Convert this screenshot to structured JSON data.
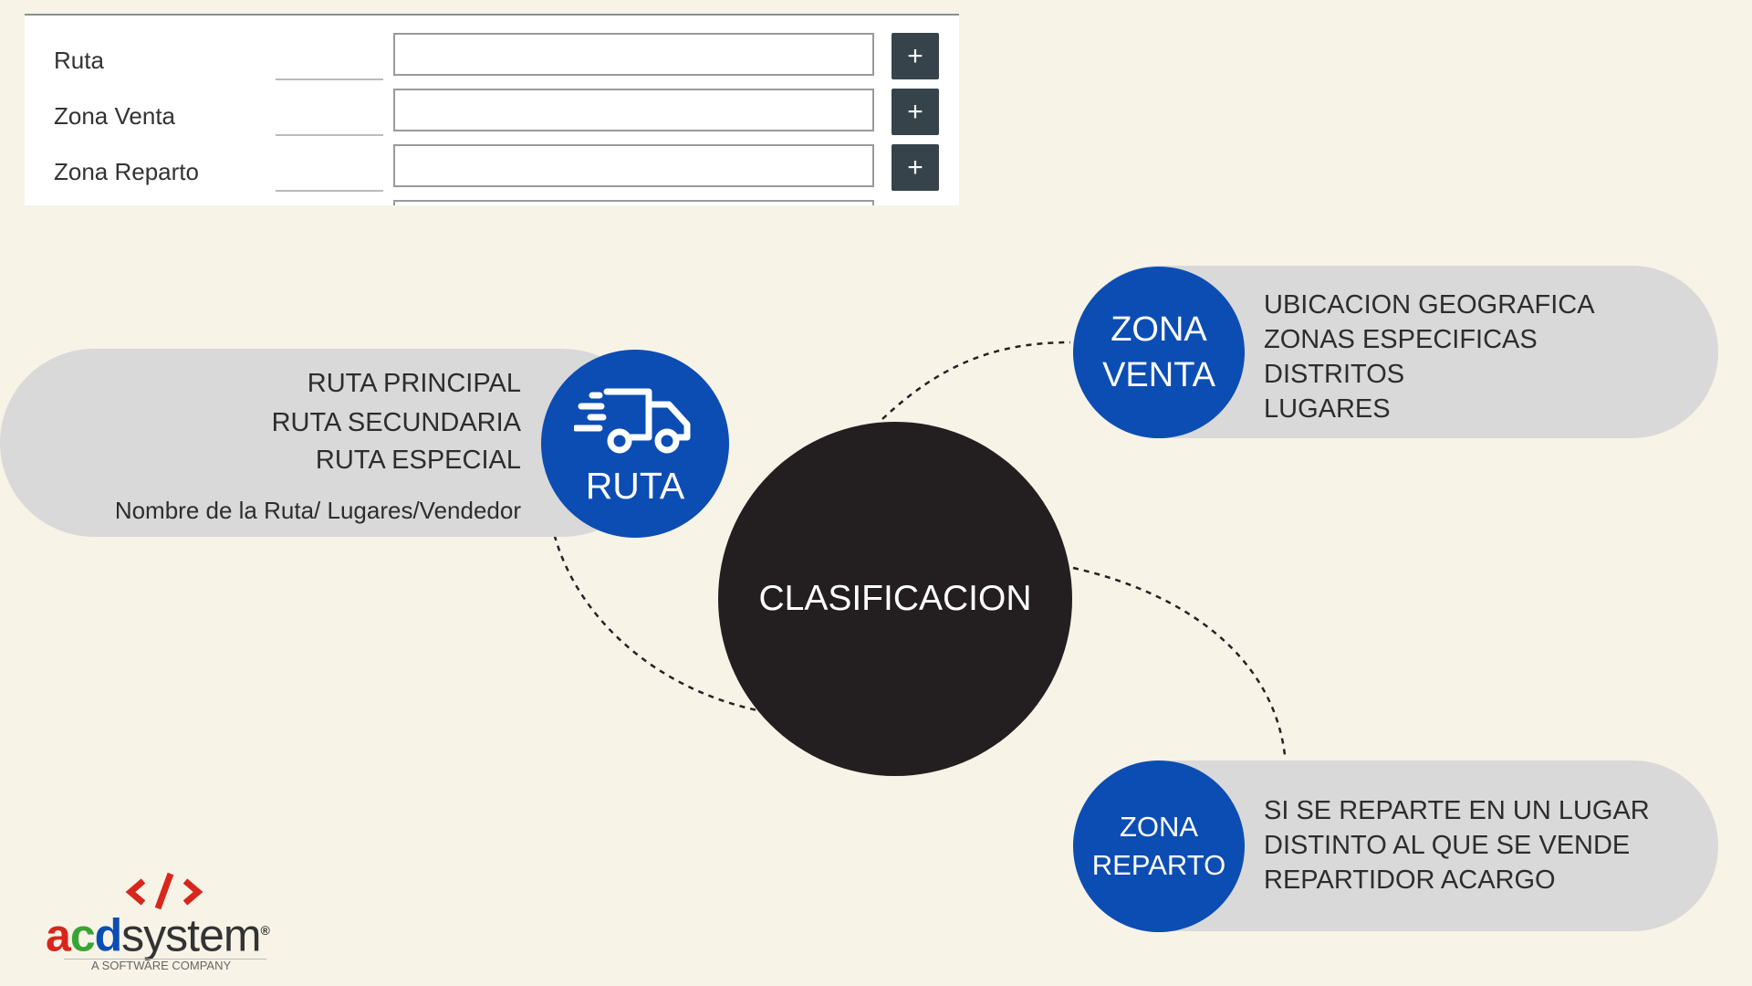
{
  "form": {
    "rows": [
      {
        "label": "Ruta",
        "value": "",
        "add": "+"
      },
      {
        "label": "Zona Venta",
        "value": "",
        "add": "+"
      },
      {
        "label": "Zona Reparto",
        "value": "",
        "add": "+"
      }
    ]
  },
  "diagram": {
    "center": "CLASIFICACION",
    "ruta": {
      "title": "RUTA",
      "items": [
        "RUTA PRINCIPAL",
        "RUTA SECUNDARIA",
        "RUTA ESPECIAL"
      ],
      "note": "Nombre de la Ruta/ Lugares/Vendedor"
    },
    "zona_venta": {
      "title_1": "ZONA",
      "title_2": "VENTA",
      "items": [
        "UBICACION GEOGRAFICA",
        "ZONAS ESPECIFICAS",
        "DISTRITOS",
        "LUGARES"
      ]
    },
    "zona_reparto": {
      "title_1": "ZONA",
      "title_2": "REPARTO",
      "items": [
        "SI SE REPARTE EN UN LUGAR",
        "DISTINTO AL QUE SE VENDE",
        "REPARTIDOR ACARGO"
      ]
    }
  },
  "logo": {
    "brand_a": "acd",
    "brand_b": "system",
    "tagline": "A SOFTWARE COMPANY"
  },
  "colors": {
    "background": "#f7f3e7",
    "pill": "#d9d9d9",
    "blue": "#0b4db3",
    "dark": "#231f20"
  }
}
